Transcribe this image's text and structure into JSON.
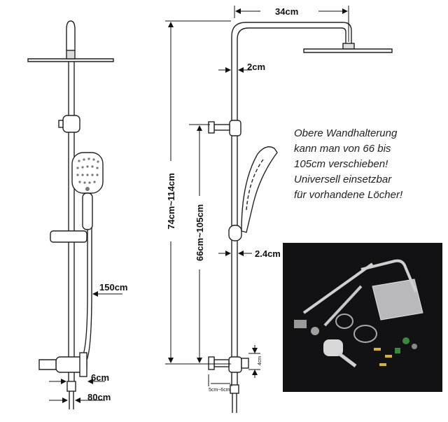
{
  "dimensions": {
    "width_top": "34cm",
    "pipe_diameter_top": "2cm",
    "height_total": "74cm~114cm",
    "height_bracket": "66cm~105cm",
    "pipe_diameter": "2.4cm",
    "hose_length": "150cm",
    "mixer_depth": "6cm",
    "inlet_spacing": "80cm",
    "connector_height": "4cm",
    "offset_range": "5cm~6cm"
  },
  "note": {
    "lines": [
      "Obere Wandhalterung",
      "kann man von 66 bis",
      "105cm verschieben!",
      "Universell einsetzbar",
      "für vorhandene Löcher!"
    ]
  }
}
